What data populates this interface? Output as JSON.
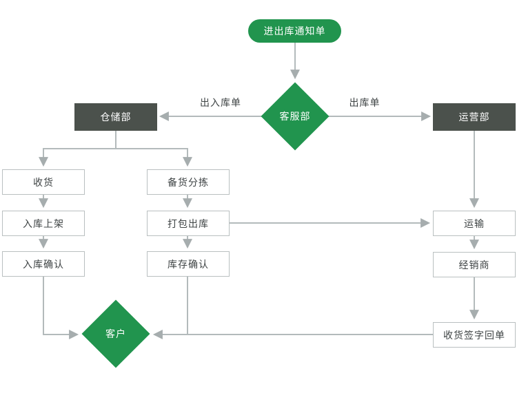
{
  "diagram": {
    "type": "flowchart",
    "nodes": {
      "notice": {
        "label": "进出库通知单",
        "shape": "rounded-pill",
        "color": "#21944E"
      },
      "customer_service": {
        "label": "客服部",
        "shape": "diamond",
        "color": "#21944E"
      },
      "warehouse_dept": {
        "label": "仓储部",
        "shape": "rect",
        "color": "#4B514C"
      },
      "operations_dept": {
        "label": "运营部",
        "shape": "rect",
        "color": "#4B514C"
      },
      "receive": {
        "label": "收货",
        "shape": "rect",
        "color": "#FFFFFF"
      },
      "shelve": {
        "label": "入库上架",
        "shape": "rect",
        "color": "#FFFFFF"
      },
      "inbound_confirm": {
        "label": "入库确认",
        "shape": "rect",
        "color": "#FFFFFF"
      },
      "picking": {
        "label": "备货分拣",
        "shape": "rect",
        "color": "#FFFFFF"
      },
      "pack_ship": {
        "label": "打包出库",
        "shape": "rect",
        "color": "#FFFFFF"
      },
      "stock_confirm": {
        "label": "库存确认",
        "shape": "rect",
        "color": "#FFFFFF"
      },
      "transport": {
        "label": "运输",
        "shape": "rect",
        "color": "#FFFFFF"
      },
      "distributor": {
        "label": "经销商",
        "shape": "rect",
        "color": "#FFFFFF"
      },
      "signed_receipt": {
        "label": "收货签字回单",
        "shape": "rect",
        "color": "#FFFFFF"
      },
      "customer": {
        "label": "客户",
        "shape": "diamond",
        "color": "#21944E"
      }
    },
    "edge_labels": {
      "in_out_order": "出入库单",
      "out_order": "出库单"
    },
    "edges": [
      "notice -> customer_service",
      "customer_service -> warehouse_dept (出入库单)",
      "customer_service -> operations_dept (出库单)",
      "warehouse_dept -> receive",
      "warehouse_dept -> picking",
      "receive -> shelve",
      "shelve -> inbound_confirm",
      "inbound_confirm -> customer",
      "picking -> pack_ship",
      "pack_ship -> stock_confirm",
      "pack_ship -> transport",
      "stock_confirm -> customer",
      "operations_dept -> transport",
      "transport -> distributor",
      "distributor -> signed_receipt",
      "signed_receipt -> customer"
    ],
    "colors": {
      "accent_green": "#21944E",
      "dept_dark_gray": "#4B514C",
      "line_gray": "#B3BABB",
      "arrow_gray": "#A6ADAE",
      "text_dark": "#3E4344",
      "node_border": "#B9BFC0",
      "background": "#FFFFFF"
    }
  }
}
